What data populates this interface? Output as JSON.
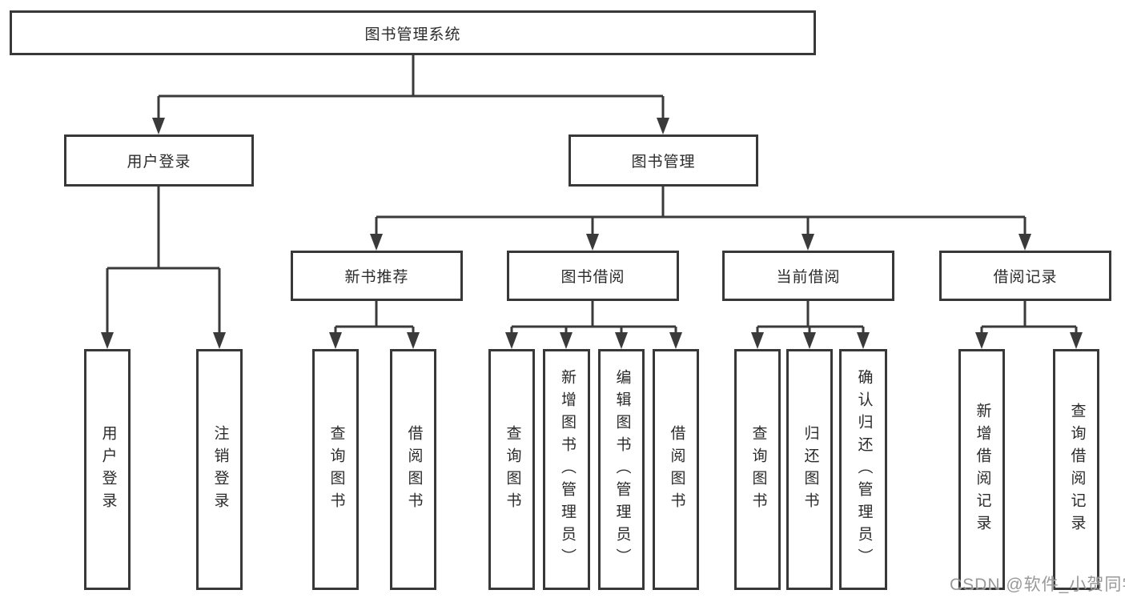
{
  "diagram": {
    "root": {
      "label": "图书管理系统"
    },
    "branches": [
      {
        "label": "用户登录",
        "children": [
          {
            "label": "用户登录"
          },
          {
            "label": "注销登录"
          }
        ]
      },
      {
        "label": "图书管理",
        "children": [
          {
            "label": "新书推荐",
            "children": [
              {
                "label": "查询图书"
              },
              {
                "label": "借阅图书"
              }
            ]
          },
          {
            "label": "图书借阅",
            "children": [
              {
                "label": "查询图书"
              },
              {
                "label": "新增图书（管理员）"
              },
              {
                "label": "编辑图书（管理员）"
              },
              {
                "label": "借阅图书"
              }
            ]
          },
          {
            "label": "当前借阅",
            "children": [
              {
                "label": "查询图书"
              },
              {
                "label": "归还图书"
              },
              {
                "label": "确认归还（管理员）"
              }
            ]
          },
          {
            "label": "借阅记录",
            "children": [
              {
                "label": "新增借阅记录"
              },
              {
                "label": "查询借阅记录"
              }
            ]
          }
        ]
      }
    ],
    "watermark": "CSDN @软件_小贺同学",
    "colors": {
      "line": "#3a3a3a",
      "box_border": "#383838",
      "box_fill": "#ffffff",
      "text": "#2b2b2b",
      "watermark": "#8e8e8e",
      "background": "#ffffff"
    }
  }
}
